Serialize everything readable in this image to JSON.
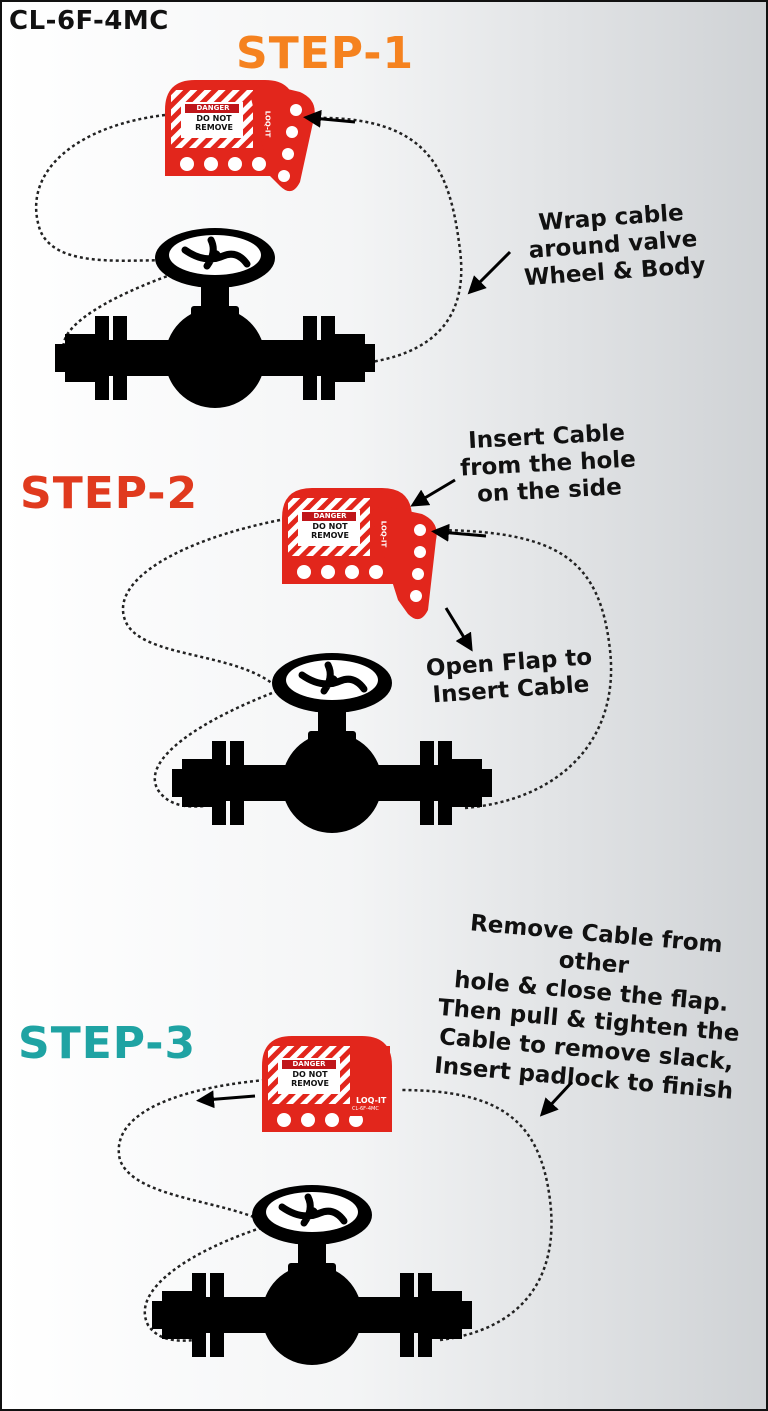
{
  "model": "CL-6F-4MC",
  "colors": {
    "step1": "#f5821f",
    "step2": "#e03a1e",
    "step3": "#1fa3a3",
    "lockout_red": "#e2261c",
    "silhouette": "#000000"
  },
  "steps": [
    {
      "title": "STEP-1",
      "notes": [
        "Wrap cable\naround valve\nWheel & Body"
      ]
    },
    {
      "title": "STEP-2",
      "notes": [
        "Insert Cable\nfrom the hole\non the side",
        "Open Flap to\nInsert Cable"
      ]
    },
    {
      "title": "STEP-3",
      "notes": [
        "Remove Cable from other\nhole & close the flap.\nThen pull & tighten the\nCable to remove slack,\nInsert padlock to finish"
      ]
    }
  ],
  "lockout_labels": {
    "danger": "DANGER",
    "do_not_remove": "DO NOT\nREMOVE",
    "brand": "LOQ-IT",
    "model_small": "CL-6F-4MC"
  }
}
